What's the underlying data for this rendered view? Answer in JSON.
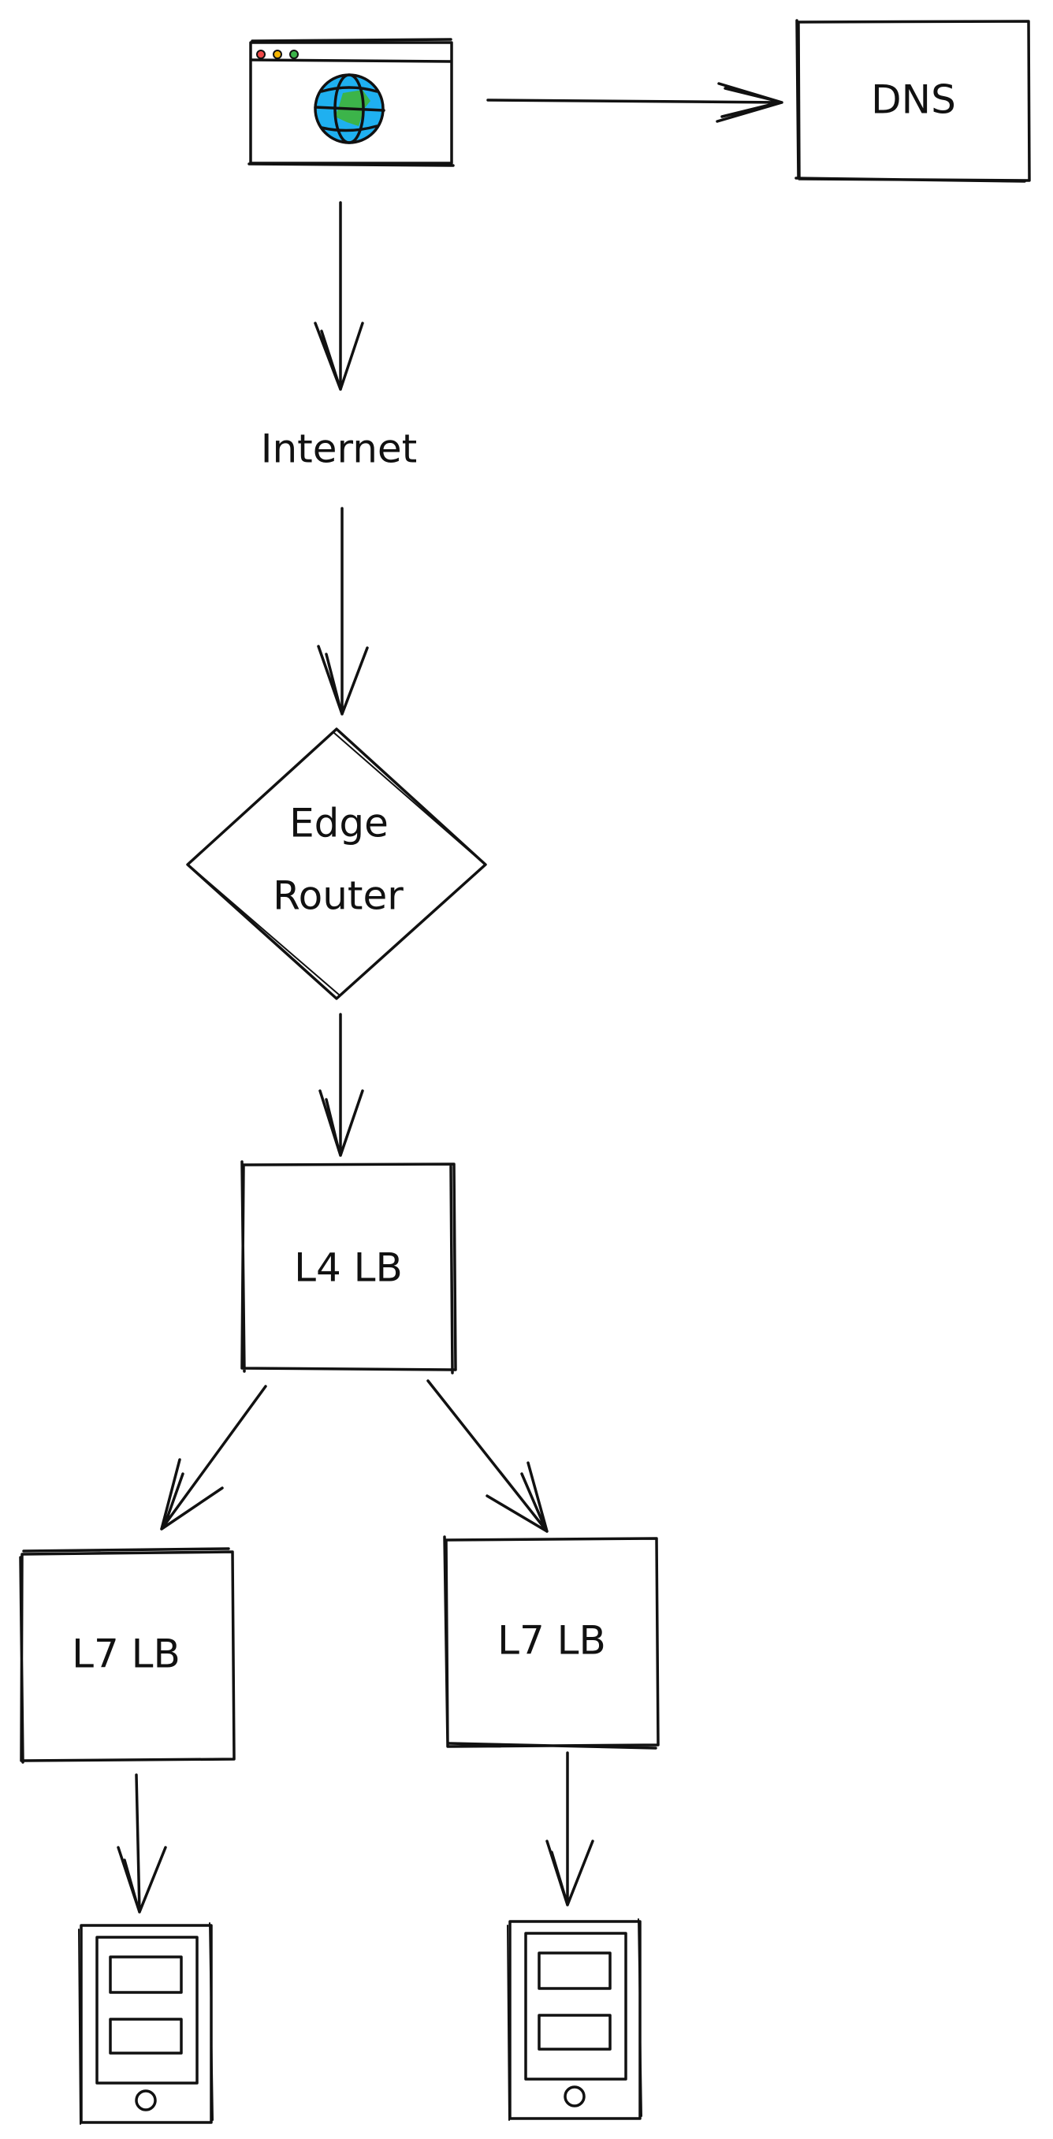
{
  "diagram": {
    "nodes": {
      "browser": {
        "icon": "browser-globe-icon"
      },
      "dns": {
        "label": "DNS"
      },
      "internet": {
        "label": "Internet"
      },
      "edge_router": {
        "label_line1": "Edge",
        "label_line2": "Router"
      },
      "l4_lb": {
        "label": "L4 LB"
      },
      "l7_lb_left": {
        "label": "L7 LB"
      },
      "l7_lb_right": {
        "label": "L7 LB"
      },
      "server_left": {
        "icon": "tablet-server-icon"
      },
      "server_right": {
        "icon": "tablet-server-icon"
      }
    },
    "edges": [
      {
        "from": "browser",
        "to": "dns"
      },
      {
        "from": "browser",
        "to": "internet"
      },
      {
        "from": "internet",
        "to": "edge_router"
      },
      {
        "from": "edge_router",
        "to": "l4_lb"
      },
      {
        "from": "l4_lb",
        "to": "l7_lb_left"
      },
      {
        "from": "l4_lb",
        "to": "l7_lb_right"
      },
      {
        "from": "l7_lb_left",
        "to": "server_left"
      },
      {
        "from": "l7_lb_right",
        "to": "server_right"
      }
    ],
    "colors": {
      "globe": "#1fb0f0",
      "land": "#3cb44a",
      "fill_orange": "#f5b400",
      "device_gray": "#ced4da",
      "dot_red": "#f04848",
      "dot_yellow": "#f5b400",
      "dot_green": "#3cb44a"
    }
  }
}
